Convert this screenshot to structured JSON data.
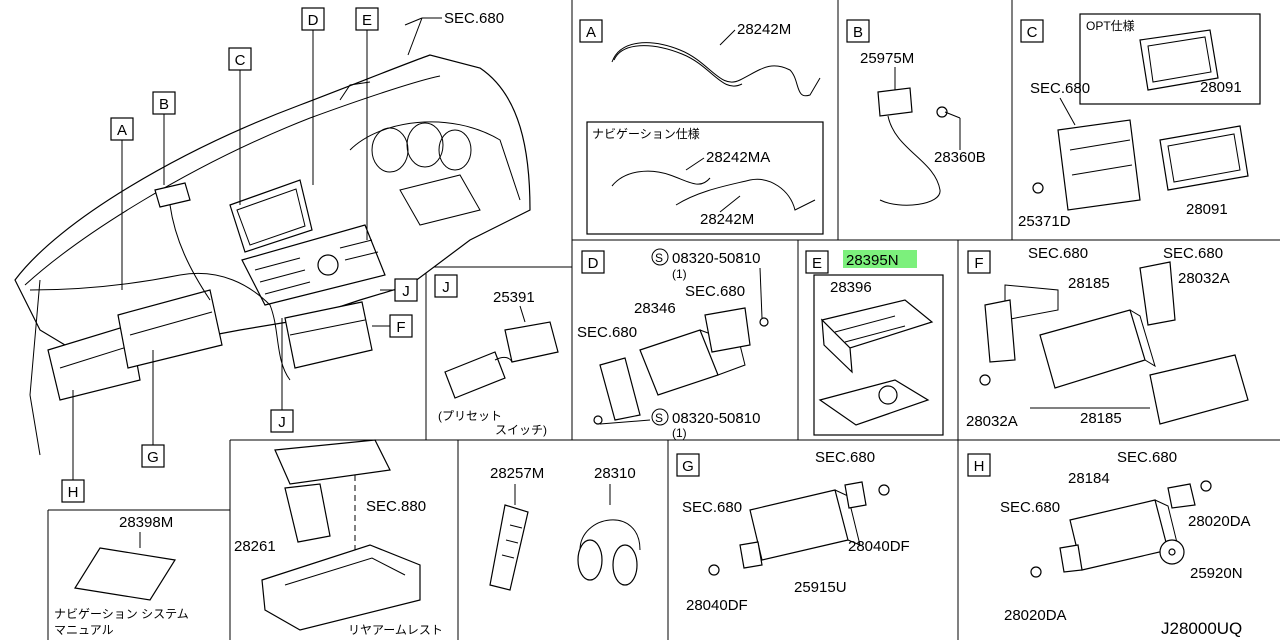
{
  "labels": {
    "main": {
      "sec680": "SEC.680",
      "callouts": [
        "A",
        "B",
        "C",
        "D",
        "E",
        "G",
        "H",
        "J",
        "J",
        "F"
      ]
    },
    "a": {
      "letter": "A",
      "p1": "28242M",
      "nav_title": "ナビゲーション仕様",
      "p2": "28242MA",
      "p3": "28242M"
    },
    "b": {
      "letter": "B",
      "p1": "25975M",
      "p2": "28360B"
    },
    "c": {
      "letter": "C",
      "opt": "OPT仕様",
      "p1": "28091",
      "sec": "SEC.680",
      "p2": "28091",
      "p3": "25371D"
    },
    "j": {
      "letter": "J",
      "p1": "25391",
      "caption1": "(プリセット",
      "caption2": "スイッチ)"
    },
    "d": {
      "letter": "D",
      "s_mark": "S",
      "bolt_top": "08320-50810",
      "qty_top": "(1)",
      "p1": "28346",
      "sec1": "SEC.680",
      "sec2": "SEC.680",
      "bolt_bottom": "08320-50810",
      "qty_bottom": "(1)"
    },
    "e": {
      "letter": "E",
      "p1": "28395N",
      "p2": "28396"
    },
    "f": {
      "letter": "F",
      "sec1": "SEC.680",
      "sec2": "SEC.680",
      "p1": "28185",
      "p2": "28032A",
      "p3": "28032A",
      "p4": "28185"
    },
    "manual": {
      "p1": "28398M",
      "caption1": "ナビゲーション システム",
      "caption2": "マニュアル"
    },
    "armrest": {
      "p1": "28261",
      "sec": "SEC.880",
      "caption": "リヤアームレスト"
    },
    "remote": {
      "p1": "28257M",
      "p2": "28310"
    },
    "g": {
      "letter": "G",
      "sec1": "SEC.680",
      "sec2": "SEC.680",
      "p1": "28040DF",
      "p2": "28040DF",
      "p3": "25915U"
    },
    "h": {
      "letter": "H",
      "p1": "28184",
      "sec1": "SEC.680",
      "sec2": "SEC.680",
      "p2": "28020DA",
      "p3": "28020DA",
      "p4": "25920N"
    },
    "footer": "J28000UQ"
  },
  "colors": {
    "highlight": "#7cf07c",
    "ink": "#000000"
  }
}
